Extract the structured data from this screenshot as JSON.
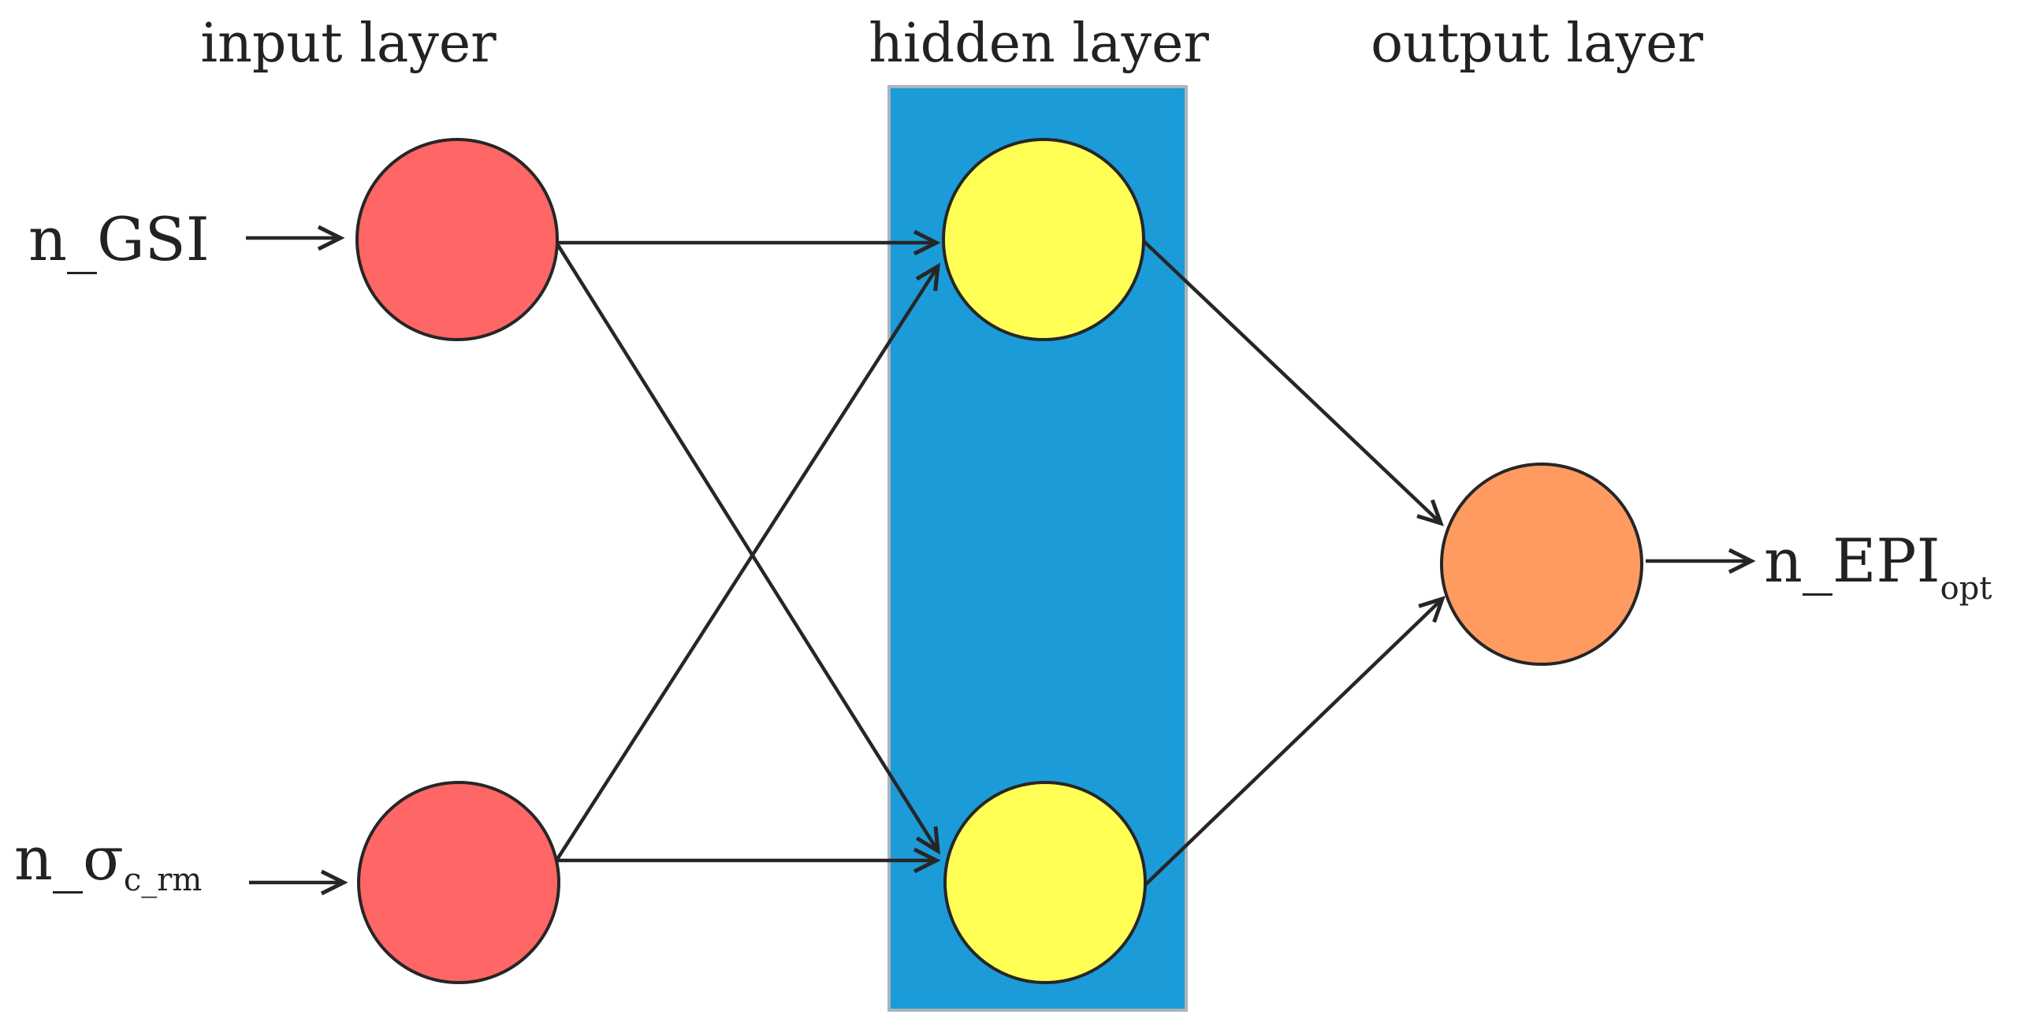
{
  "layers": {
    "input": {
      "title": "input layer",
      "color": "#ff6666",
      "inputs": [
        {
          "base": "n_GSI",
          "sub": ""
        },
        {
          "base": "n_σ",
          "sub": "c_rm"
        }
      ]
    },
    "hidden": {
      "title": "hidden layer",
      "node_color": "#ffff55",
      "band_color": "#1b9bd8"
    },
    "output": {
      "title": "output layer",
      "color": "#ff9b61",
      "label": {
        "base": "n_EPI",
        "sub": "opt"
      }
    }
  }
}
